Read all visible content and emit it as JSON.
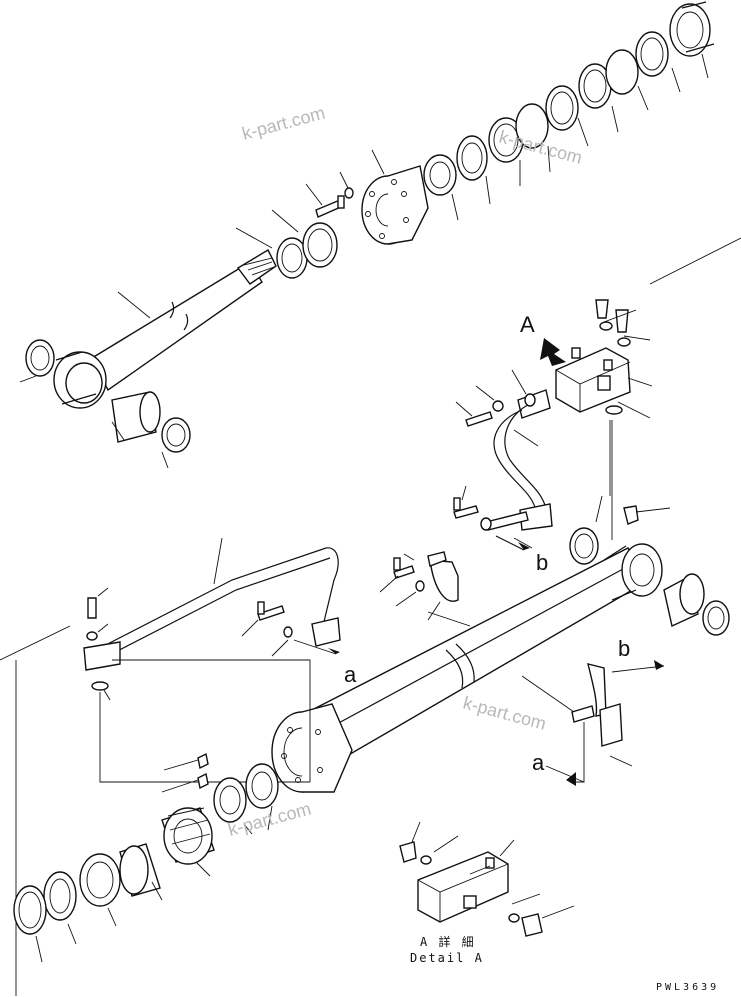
{
  "watermarks": [
    "k-part.com",
    "k-part.com",
    "k-part.com",
    "k-part.com"
  ],
  "view_labels": {
    "view_a": "A",
    "ref_a": "a",
    "ref_b": "b",
    "ref_a2": "a",
    "ref_b2": "b"
  },
  "detail": {
    "title_jp": "A 詳 細",
    "title_en": "Detail A"
  },
  "drawing_code": "PWL3639"
}
